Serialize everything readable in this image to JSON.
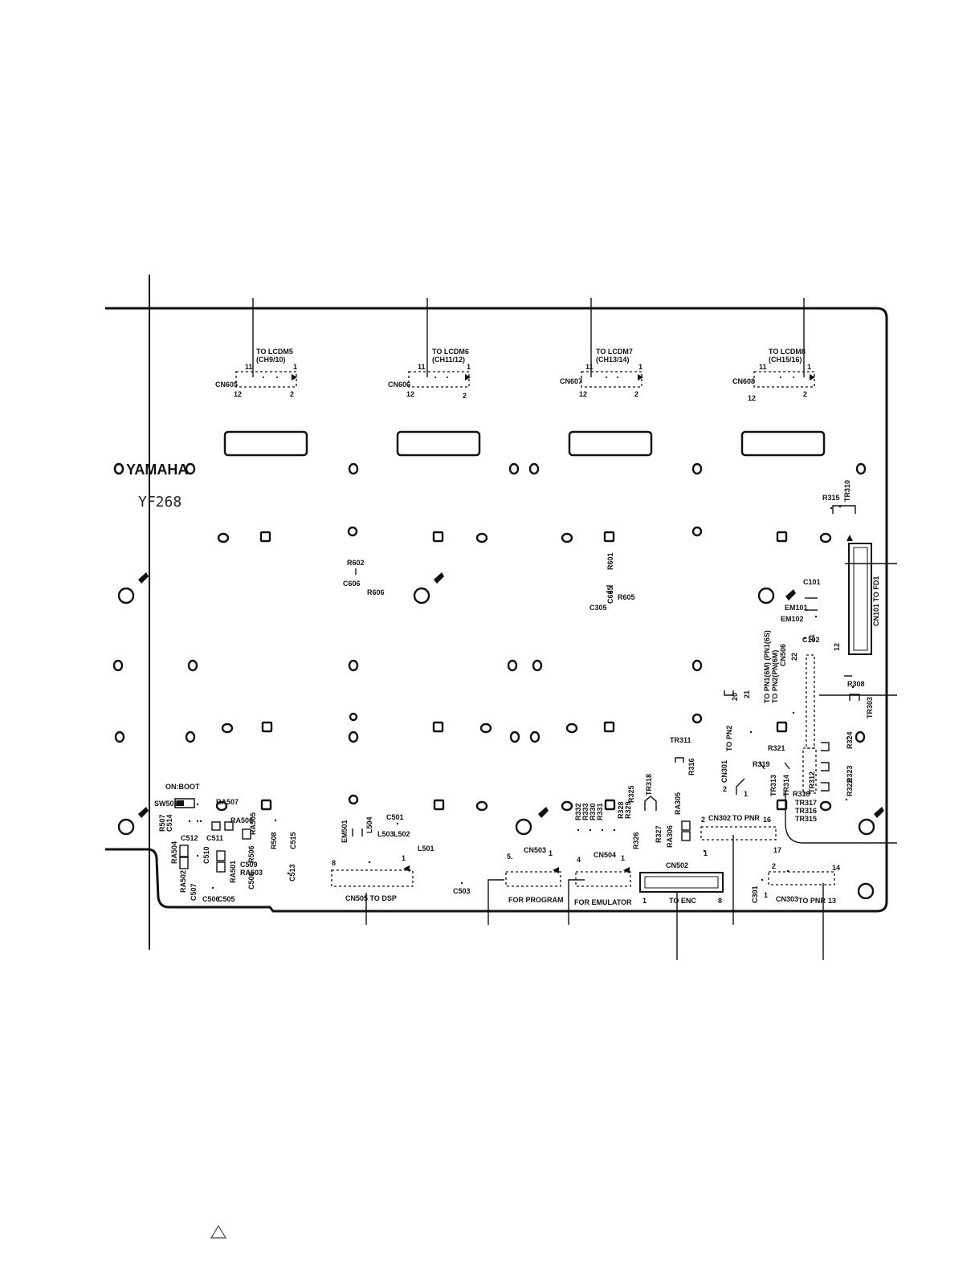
{
  "brand": "YAMAHA",
  "model": "YF268",
  "header_connectors": [
    {
      "ref": "CN605",
      "title": "TO LCDM5",
      "sub": "(CH9/10)",
      "p11": "11",
      "p1": "1",
      "p12": "12",
      "p2": "2"
    },
    {
      "ref": "CN606",
      "title": "TO LCDM6",
      "sub": "(CH11/12)",
      "p11": "11",
      "p1": "1",
      "p12": "12",
      "p2": "2"
    },
    {
      "ref": "CN607",
      "title": "TO LCDM7",
      "sub": "(CH13/14)",
      "p11": "11",
      "p1": "1",
      "p12": "12",
      "p2": "2"
    },
    {
      "ref": "CN608",
      "title": "TO LCDM8",
      "sub": "(CH15/16)",
      "p11": "11",
      "p1": "1",
      "p12": "12",
      "p2": "2"
    }
  ],
  "bottom_connectors": {
    "cn505": {
      "label": "CN505 TO DSP",
      "p8": "8",
      "p1": "1"
    },
    "cn503": {
      "ref": "CN503",
      "label": "FOR PROGRAM",
      "p5": "5.",
      "p1": "1"
    },
    "cn504": {
      "ref": "CN504",
      "label": "FOR EMULATOR",
      "p4": "4",
      "p1": "1"
    },
    "cn502": {
      "ref": "CN502",
      "label": "TO ENC",
      "p1": "1",
      "p8": "8"
    },
    "cn302": {
      "ref": "CN302",
      "label": "TO PNR",
      "p2": "2",
      "p16": "16",
      "p1": "1",
      "p17": "17"
    },
    "cn303": {
      "ref": "CN303",
      "label": "TO PNR",
      "p2": "2",
      "p14": "14",
      "p1": "1",
      "p13": "13"
    }
  },
  "right_connectors": {
    "cn101": {
      "label": "CN101 TO FD1",
      "p12": "12"
    },
    "cn506": {
      "ref": "CN506",
      "line1": "TO PN1(6M) (PN1(6S)",
      "line2": "TO PN2(PN(6M)",
      "p22": "22",
      "p21": "21"
    },
    "cn301": {
      "ref": "CN301",
      "label": "TO PN2",
      "p20": "20",
      "p21": "21",
      "p2": "2",
      "p1": "1"
    }
  },
  "switch": {
    "label": "ON:BOOT",
    "ref": "SW501"
  },
  "components": {
    "r602": "R602",
    "c606": "C606",
    "r606": "R606",
    "r601": "R601",
    "c605": "C605",
    "r605": "R605",
    "c305": "C305",
    "r315": "R315",
    "tr310": "TR310",
    "c101": "C101",
    "em101": "EM101",
    "em102": "EM102",
    "c102": "C102",
    "r308": "R308",
    "tr303": "TR303",
    "tr311": "TR311",
    "r316": "R316",
    "r321": "R321",
    "r319": "R319",
    "tr313": "TR313",
    "tr314": "TR314",
    "r318": "R318",
    "tr312": "TR312",
    "r324": "R324",
    "r323": "R323",
    "r322": "R322",
    "tr317": "TR317",
    "tr316": "TR316",
    "tr315": "TR315",
    "tr318": "TR318",
    "r325": "R325",
    "r332": "R332",
    "r333": "R333",
    "r330": "R330",
    "r331": "R331",
    "r328": "R328",
    "r329": "R329",
    "ra305": "RA305",
    "r326": "R326",
    "r327": "R327",
    "ra306": "RA306",
    "c301": "C301",
    "ra507": "RA507",
    "ra506": "RA506",
    "ra505": "RA505",
    "r507": "R507",
    "c514": "C514",
    "c512": "C512",
    "c511": "C511",
    "r506": "R506",
    "r508": "R508",
    "c515": "C515",
    "ra504": "RA504",
    "c510": "C510",
    "c509": "C509",
    "ra503": "RA503",
    "ra502": "RA502",
    "ra501": "RA501",
    "c508": "C508",
    "c513": "C513",
    "c507": "C507",
    "c506": "C506",
    "c505": "C505",
    "em501": "EM501",
    "l504": "L504",
    "c501": "C501",
    "l503": "L503",
    "l502": "L502",
    "l501": "L501",
    "c503": "C503"
  }
}
